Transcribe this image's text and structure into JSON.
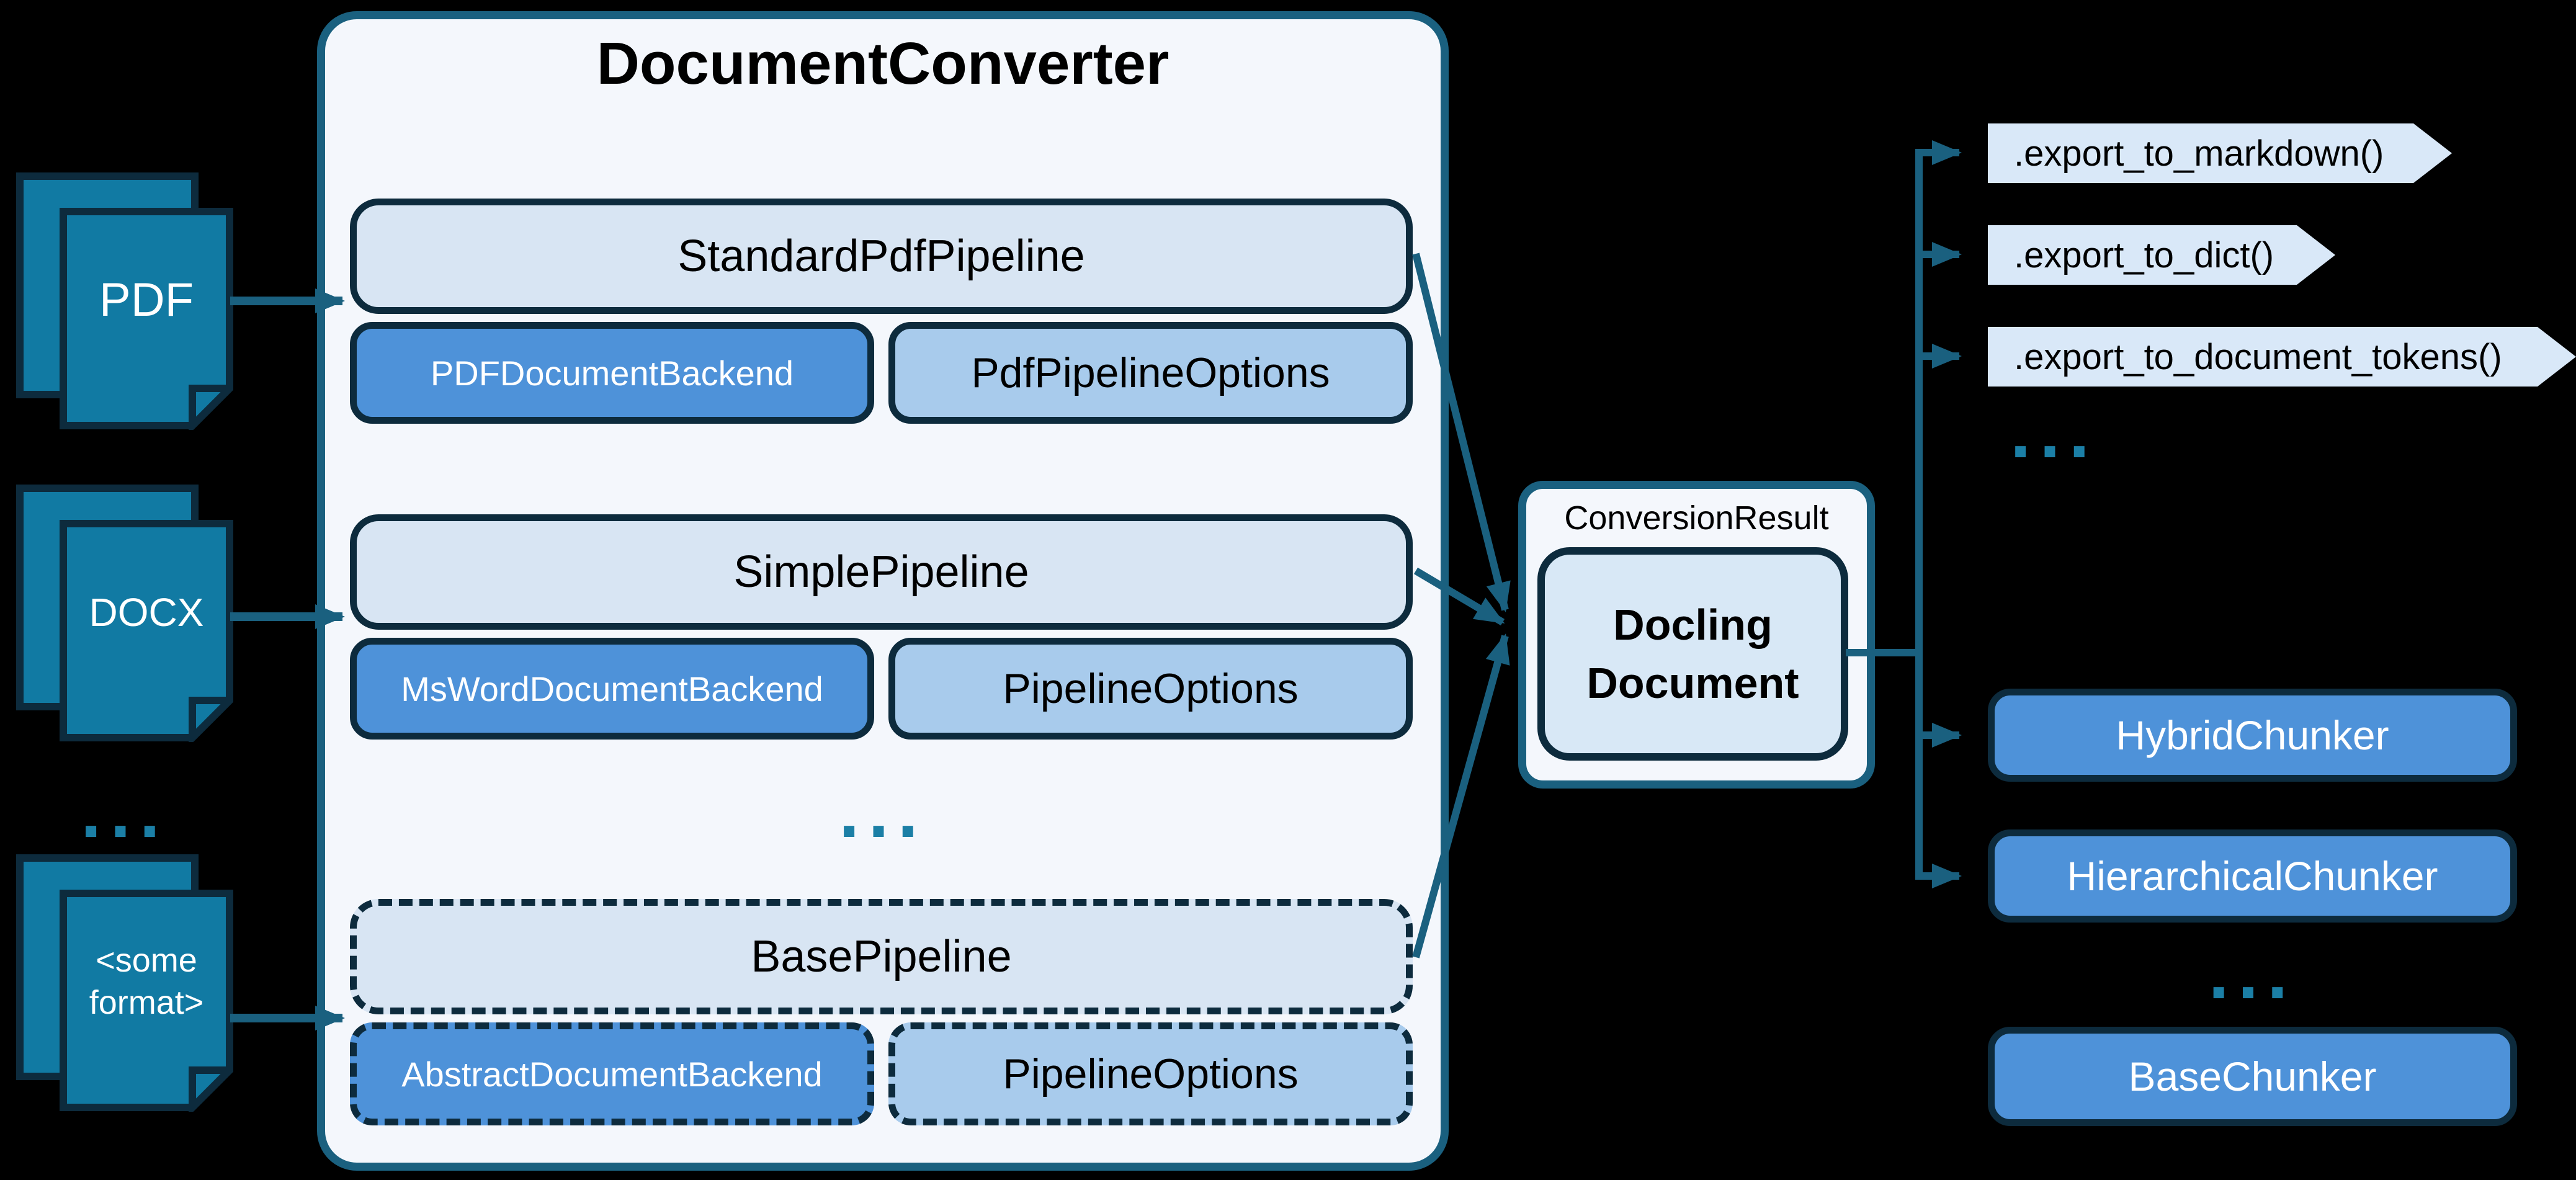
{
  "colors": {
    "background": "#000000",
    "accent_teal": "#1a607f",
    "border_dark": "#0d2b3d",
    "panel_bg": "#f4f7fc",
    "pipeline_bg": "#d8e5f3",
    "backend_bg": "#4e92d9",
    "options_bg": "#a8cbec",
    "chip_bg": "#d9e8f8",
    "doc_icon_bg": "#117aa3",
    "docling_bg": "#d8e8f6",
    "ellipsis_color": "#1b7fa6",
    "text_light": "#ffffff",
    "text_dark": "#000000"
  },
  "inputs": {
    "items": [
      {
        "label": "PDF"
      },
      {
        "label": "DOCX"
      }
    ],
    "ellipsis": "...",
    "custom": {
      "line1": "<some",
      "line2": "format>"
    }
  },
  "converter": {
    "title": "DocumentConverter",
    "groups": [
      {
        "pipeline": "StandardPdfPipeline",
        "backend": "PDFDocumentBackend",
        "options": "PdfPipelineOptions"
      },
      {
        "pipeline": "SimplePipeline",
        "backend": "MsWordDocumentBackend",
        "options": "PipelineOptions"
      },
      {
        "pipeline": "BasePipeline",
        "backend": "AbstractDocumentBackend",
        "options": "PipelineOptions"
      }
    ],
    "ellipsis": "..."
  },
  "result": {
    "label": "ConversionResult",
    "doc_line1": "Docling",
    "doc_line2": "Document"
  },
  "exports": {
    "items": [
      ".export_to_markdown()",
      ".export_to_dict()",
      ".export_to_document_tokens()"
    ],
    "ellipsis": "..."
  },
  "chunkers": {
    "items": [
      "HybridChunker",
      "HierarchicalChunker"
    ],
    "ellipsis": "...",
    "base": "BaseChunker"
  }
}
